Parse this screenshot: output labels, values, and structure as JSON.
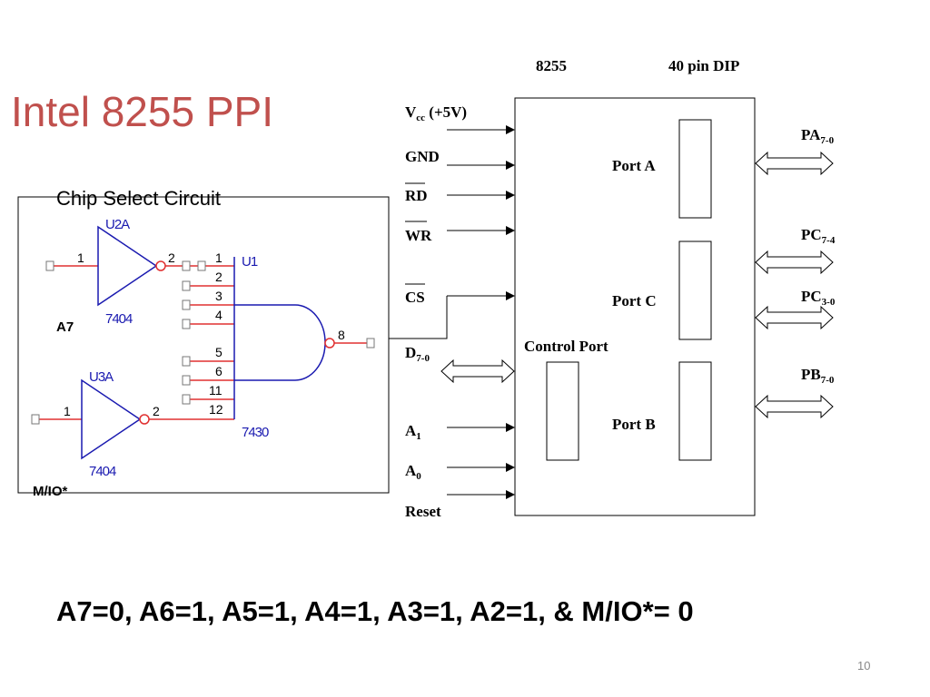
{
  "slide": {
    "title": "Intel 8255 PPI",
    "subtitle": "Chip Select Circuit",
    "caption": "A7=0, A6=1, A5=1, A4=1, A3=1, A2=1, & M/IO*= 0",
    "page_number": "10"
  },
  "colors": {
    "title": "#c0504d",
    "part_label": "#1a1ab0",
    "pin_wire": "#e03030",
    "gate": "#1a1ab0"
  },
  "circuit": {
    "label_a7": "A7",
    "label_mio": "M/IO*",
    "u2a": {
      "name": "U2A",
      "part": "7404",
      "pin_in": "1",
      "pin_out": "2"
    },
    "u3a": {
      "name": "U3A",
      "part": "7404",
      "pin_in": "1",
      "pin_out": "2"
    },
    "u1": {
      "name": "U1",
      "part": "7430",
      "pins": [
        "1",
        "2",
        "3",
        "4",
        "5",
        "6",
        "11",
        "12"
      ],
      "pin_out": "8"
    }
  },
  "chip": {
    "header_name": "8255",
    "header_package": "40 pin DIP",
    "signals": {
      "vcc_main": "V",
      "vcc_sub": "cc",
      "vcc_rest": " (+5V)",
      "gnd": "GND",
      "rd": "RD",
      "wr": "WR",
      "cs": "CS",
      "d_main": "D",
      "d_sub": "7-0",
      "a1_main": "A",
      "a1_sub": "1",
      "a0_main": "A",
      "a0_sub": "0",
      "reset": "Reset"
    },
    "ports": {
      "port_a": "Port A",
      "port_c": "Port C",
      "port_b": "Port B",
      "control": "Control Port"
    },
    "outputs": {
      "pa_main": "PA",
      "pa_sub": "7-0",
      "pc_hi_main": "PC",
      "pc_hi_sub": "7-4",
      "pc_lo_main": "PC",
      "pc_lo_sub": "3-0",
      "pb_main": "PB",
      "pb_sub": "7-0"
    }
  }
}
